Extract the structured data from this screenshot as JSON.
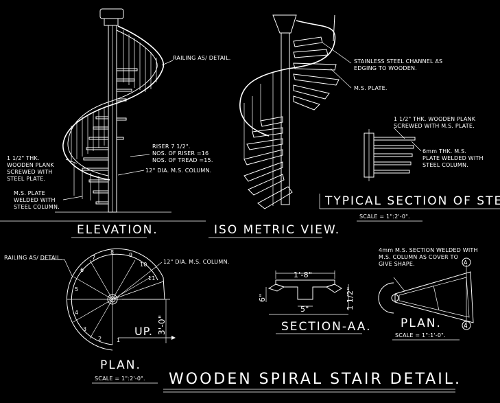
{
  "titles": {
    "elevation": "ELEVATION.",
    "iso": "ISO METRIC VIEW.",
    "typical": "TYPICAL SECTION OF STEPS.",
    "typical_scale": "SCALE = 1\":2'-0\".",
    "plan_left": "PLAN.",
    "plan_left_scale": "SCALE = 1\":2'-0\".",
    "section_aa": "SECTION-AA.",
    "plan_right": "PLAN.",
    "plan_right_scale": "SCALE = 1\":1'-0\".",
    "main": "WOODEN SPIRAL STAIR DETAIL."
  },
  "notes": {
    "railing_elev": "RAILING AS/ DETAIL.",
    "plank_l1": "1 1/2\" THK.",
    "plank_l2": "WOODEN PLANK",
    "plank_l3": "SCREWED WITH",
    "plank_l4": "STEEL PLATE.",
    "riser_l1": "RISER 7 1/2\".",
    "riser_l2": "NOS. OF RISER =16",
    "riser_l3": "NOS. OF TREAD =15.",
    "column": "12\" DIA. M.S. COLUMN.",
    "msplate_l1": "M.S. PLATE",
    "msplate_l2": "WELDED WITH",
    "msplate_l3": "STEEL COLUMN.",
    "channel_l1": "STAINLESS STEEL CHANNEL AS",
    "channel_l2": "EDGING TO WOODEN.",
    "ms_plate_iso": "M.S. PLATE.",
    "sec_l1": "1 1/2\" THK. WOODEN PLANK",
    "sec_l2": "SCREWED WITH M.S. PLATE.",
    "sec_l3": "6mm THK. M.S.",
    "sec_l4": "PLATE WELDED WITH",
    "sec_l5": "STEEL COLUMN.",
    "railing_plan": "RAILING AS/ DETAIL.",
    "column_plan": "12\" DIA. M.S. COLUMN.",
    "up": "UP.",
    "plan_dim": "3'-0\"",
    "sec_dim_w": "1'-8\"",
    "sec_dim_h": "6\"",
    "sec_dim_b": "5\"",
    "sec_dim_r": "1 1/2\"",
    "right_l1": "4mm M.S. SECTION WELDED WITH",
    "right_l2": "M.S. COLUMN AS COVER TO",
    "right_l3": "GIVE SHAPE.",
    "marker_a": "A"
  },
  "step_numbers": [
    "1",
    "2",
    "3",
    "4",
    "5",
    "6",
    "7",
    "8",
    "9",
    "10",
    "11"
  ],
  "colors": {
    "background": "#000000",
    "linework": "#ffffff"
  }
}
